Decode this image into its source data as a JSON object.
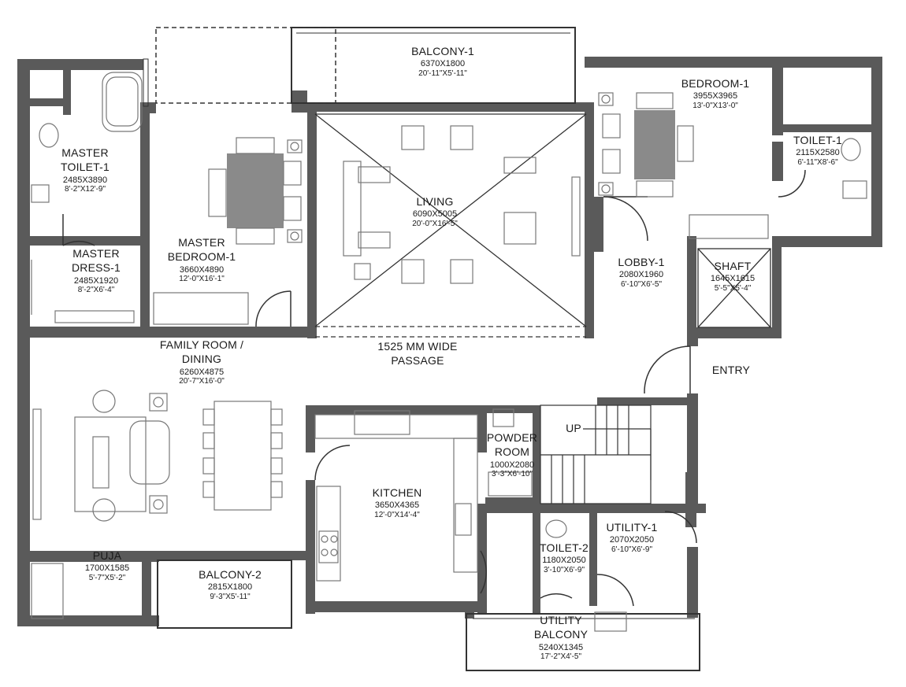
{
  "rooms": {
    "balcony1": {
      "name": "BALCONY-1",
      "metric": "6370X1800",
      "imperial": "20'-11\"X5'-11\""
    },
    "bedroom1": {
      "name": "BEDROOM-1",
      "metric": "3955X3965",
      "imperial": "13'-0\"X13'-0\""
    },
    "toilet1": {
      "name": "TOILET-1",
      "metric": "2115X2580",
      "imperial": "6'-11\"X8'-6\""
    },
    "master_toilet": {
      "name": "MASTER TOILET-1",
      "metric": "2485X3890",
      "imperial": "8'-2\"X12'-9\""
    },
    "master_dress": {
      "name": "MASTER DRESS-1",
      "metric": "2485X1920",
      "imperial": "8'-2\"X6'-4\""
    },
    "master_bedroom": {
      "name": "MASTER BEDROOM-1",
      "metric": "3660X4890",
      "imperial": "12'-0\"X16'-1\""
    },
    "living": {
      "name": "LIVING",
      "metric": "6090X5005",
      "imperial": "20'-0\"X16'-5\""
    },
    "lobby": {
      "name": "LOBBY-1",
      "metric": "2080X1960",
      "imperial": "6'-10\"X6'-5\""
    },
    "shaft": {
      "name": "SHAFT",
      "metric": "1645X1615",
      "imperial": "5'-5\"X5'-4\""
    },
    "passage": {
      "name": "1525 MM WIDE PASSAGE"
    },
    "entry": {
      "name": "ENTRY"
    },
    "family_room": {
      "name": "FAMILY ROOM / DINING",
      "metric": "6260X4875",
      "imperial": "20'-7\"X16'-0\""
    },
    "kitchen": {
      "name": "KITCHEN",
      "metric": "3650X4365",
      "imperial": "12'-0\"X14'-4\""
    },
    "powder_room": {
      "name": "POWDER ROOM",
      "metric": "1000X2080",
      "imperial": "3'-3\"X6'-10\""
    },
    "stairs": {
      "name": "UP"
    },
    "utility1": {
      "name": "UTILITY-1",
      "metric": "2070X2050",
      "imperial": "6'-10\"X6'-9\""
    },
    "toilet2": {
      "name": "TOILET-2",
      "metric": "1180X2050",
      "imperial": "3'-10\"X6'-9\""
    },
    "utility_balcony": {
      "name": "UTILITY BALCONY",
      "metric": "5240X1345",
      "imperial": "17'-2\"X4'-5\""
    },
    "puja": {
      "name": "PUJA",
      "metric": "1700X1585",
      "imperial": "5'-7\"X5'-2\""
    },
    "balcony2": {
      "name": "BALCONY-2",
      "metric": "2815X1800",
      "imperial": "9'-3\"X5'-11\""
    }
  },
  "colors": {
    "wall": "#5a5a5a",
    "line": "#333333",
    "furniture": "#8a8a8a",
    "background": "#ffffff"
  }
}
